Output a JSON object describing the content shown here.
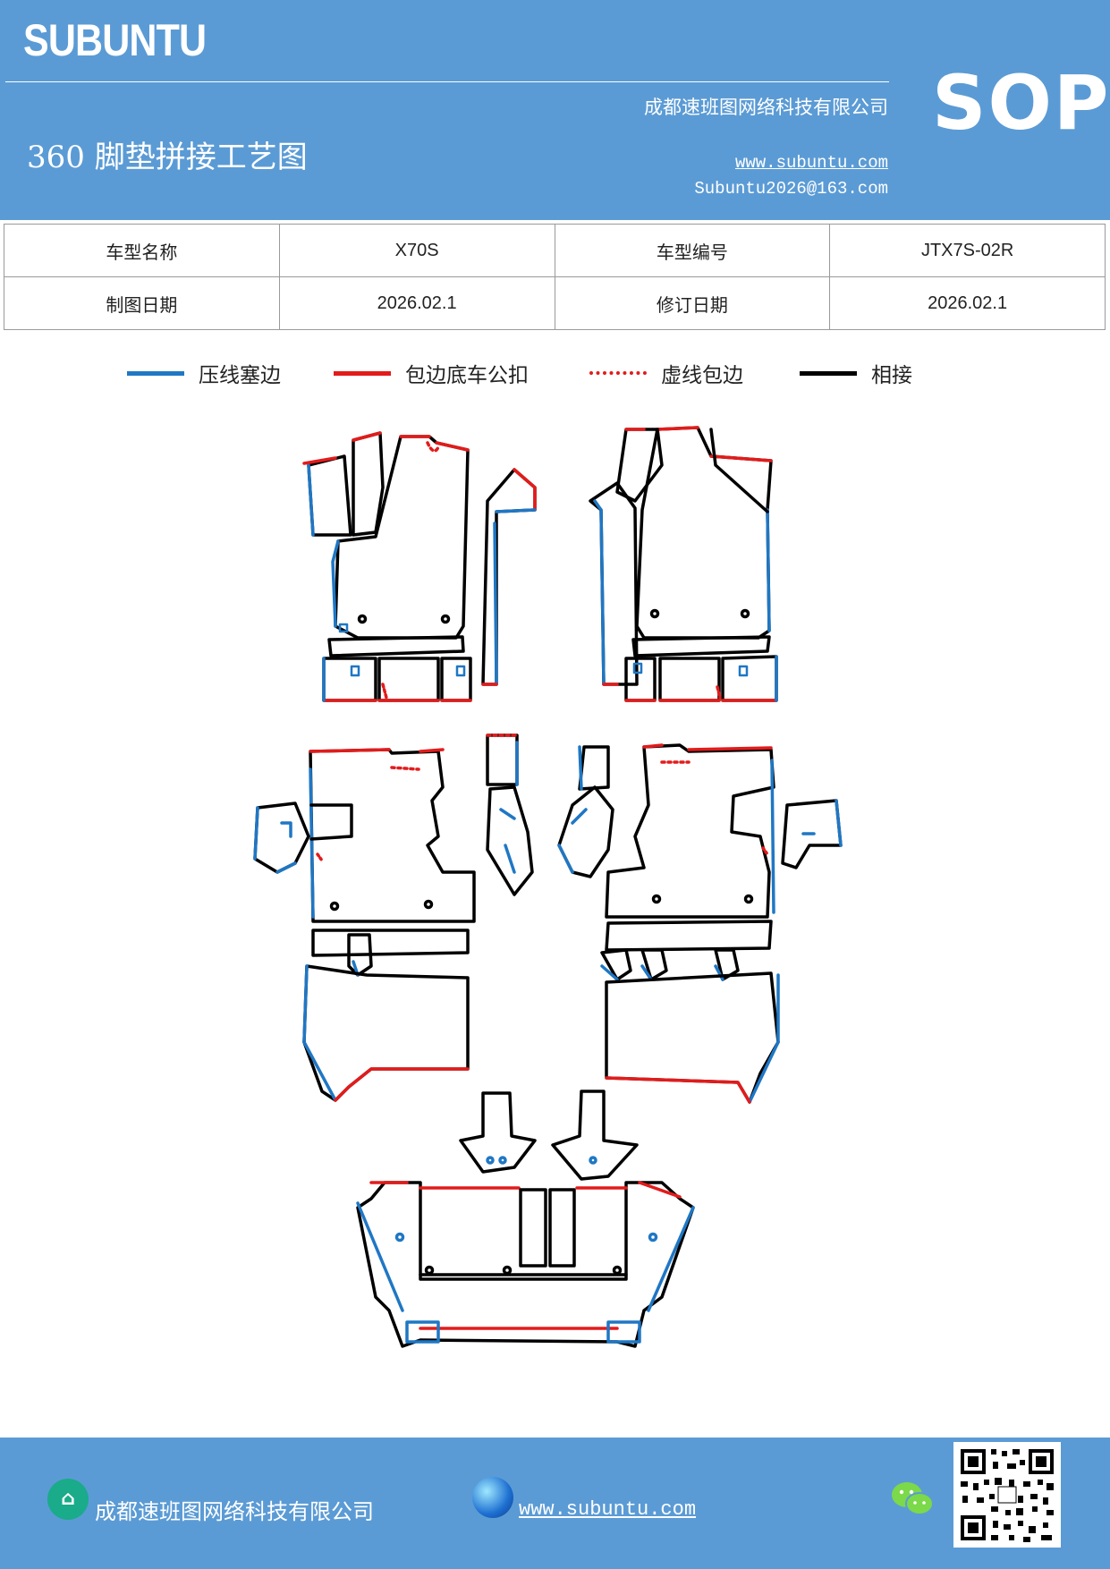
{
  "header": {
    "brand": "SUBUNTU",
    "company": "成都速班图网络科技有限公司",
    "title": "360 脚垫拼接工艺图",
    "website": "www.subuntu.com",
    "email": "Subuntu2026@163.com",
    "badge": "SOP"
  },
  "info_table": {
    "rows": [
      {
        "label1": "车型名称",
        "value1": "X70S",
        "label2": "车型编号",
        "value2": "JTX7S-02R"
      },
      {
        "label1": "制图日期",
        "value1": "2026.02.1",
        "label2": "修订日期",
        "value2": "2026.02.1"
      }
    ]
  },
  "legend": [
    {
      "label": "压线塞边",
      "color": "#1f77c4",
      "style": "solid"
    },
    {
      "label": "包边底车公扣",
      "color": "#e31b1b",
      "style": "solid"
    },
    {
      "label": "虚线包边",
      "color": "#e31b1b",
      "style": "dotted"
    },
    {
      "label": "相接",
      "color": "#000000",
      "style": "solid"
    }
  ],
  "footer": {
    "company": "成都速班图网络科技有限公司",
    "website": "www.subuntu.com"
  },
  "colors": {
    "header_bg": "#5b9bd5",
    "blue_line": "#1f77c4",
    "red_line": "#e31b1b",
    "black_line": "#000000"
  }
}
